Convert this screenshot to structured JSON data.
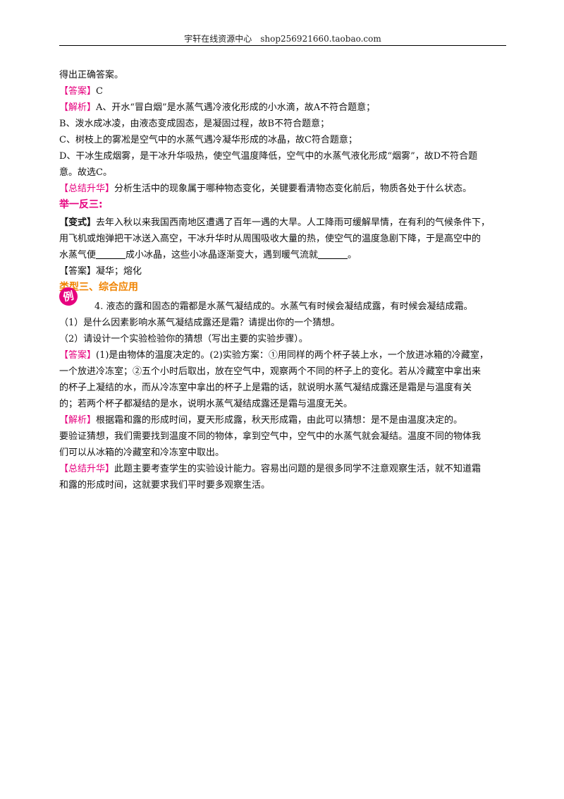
{
  "header": {
    "text": "宇轩在线资源中心　shop256921660.taobao.com"
  },
  "section1": {
    "intro": "得出正确答案。",
    "answer_tag": "【答案】",
    "answer_value": "C",
    "analysis_tag": "【解析】",
    "analysis_a": "A、开水“冒白烟”是水蒸气遇冷液化形成的小水滴，故A不符合题意；",
    "analysis_b": "B、泼水成冰凌，由液态变成固态，是凝固过程，故B不符合题意；",
    "analysis_c": "C、树枝上的雾凇是空气中的水蒸气遇冷凝华形成的冰晶，故C符合题意；",
    "analysis_d1": "D、干冰生成烟雾，是干冰升华吸热，使空气温度降低，空气中的水蒸气液化形成“烟雾”，故D不符合题",
    "analysis_d2": "意。故选C。",
    "summary_tag": "【总结升华】",
    "summary_text": "分析生活中的现象属于哪种物态变化，关键要看清物态变化前后，物质各处于什么状态。"
  },
  "variation": {
    "title": "举一反三:",
    "tag": "【变式】",
    "line1": "去年入秋以来我国西南地区遭遇了百年一遇的大旱。人工降雨可缓解旱情，在有利的气候条件下，",
    "line2": "用飞机或炮弹把干冰送入高空，干冰升华时从周围吸收大量的热，使空气的温度急剧下降，于是高空中的",
    "line3_a": "水蒸气便",
    "line3_b": "成小冰晶，这些小冰晶逐渐变大，遇到暖气流就",
    "line3_c": "。",
    "answer_tag": "【答案】",
    "answer_text": "凝华；熔化"
  },
  "section3": {
    "title": "类型三、综合应用",
    "badge": "例",
    "question": "4. 液态的露和固态的霜都是水蒸气凝结成的。水蒸气有时候会凝结成露，有时候会凝结成霜。",
    "q1": "（1）是什么因素影响水蒸气凝结成露还是霜？请提出你的一个猜想。",
    "q2": "（2）请设计一个实验检验你的猜想（写出主要的实验步骤）。",
    "answer_tag": "【答案】",
    "answer_l1": "(1)是由物体的温度决定的。(2)实验方案：①用同样的两个杯子装上水，一个放进冰箱的冷藏室，",
    "answer_l2": "一个放进冷冻室；②五个小时后取出，放在空气中，观察两个不同的杯子上的变化。若从冷藏室中拿出来",
    "answer_l3": "的杯子上凝结的水，而从冷冻室中拿出的杯子上是霜的话，就说明水蒸气凝结成露还是霜是与温度有关",
    "answer_l4": "的；若两个杯子都凝结的是水，说明水蒸气凝结成露还是霜与温度无关。",
    "analysis_tag": "【解析】",
    "analysis_l1": "根据霜和露的形成时间，夏天形成露，秋天形成霜，由此可以猜想：是不是由温度决定的。",
    "analysis_l2": "要验证猜想，我们需要找到温度不同的物体，拿到空气中，空气中的水蒸气就会凝结。温度不同的物体我",
    "analysis_l3": "们可以从冰箱的冷藏室和冷冻室中取出。",
    "summary_tag": "【总结升华】",
    "summary_l1": "此题主要考查学生的实验设计能力。容易出问题的是很多同学不注意观察生活，就不知道霜",
    "summary_l2": "和露的形成时间，这就要求我们平时要多观察生活。"
  }
}
